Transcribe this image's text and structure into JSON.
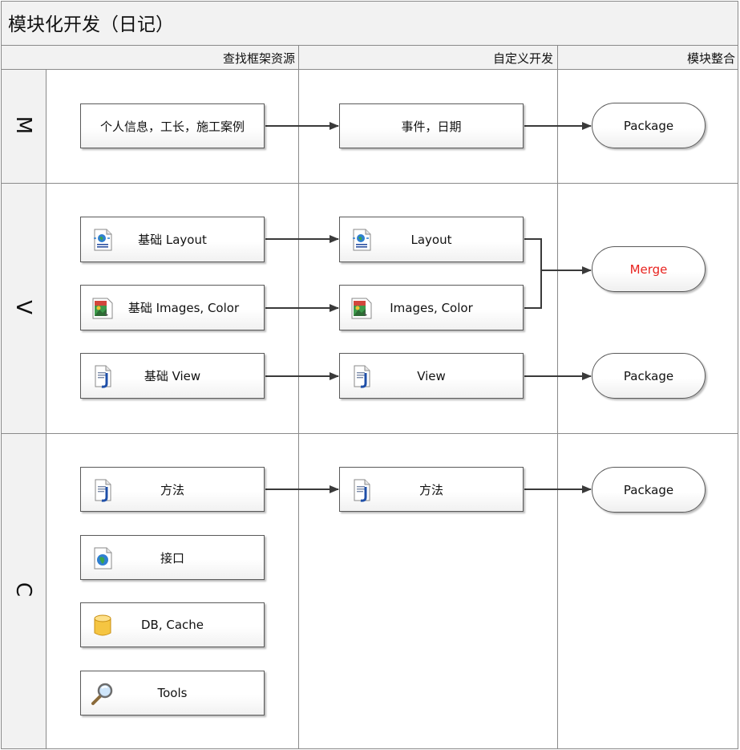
{
  "title": "模块化开发（日记）",
  "columns": [
    {
      "label": "查找框架资源"
    },
    {
      "label": "自定义开发"
    },
    {
      "label": "模块整合"
    }
  ],
  "lanes": [
    {
      "label": "M"
    },
    {
      "label": "V"
    },
    {
      "label": "C"
    }
  ],
  "M": {
    "resource": {
      "label": "个人信息，工长，施工案例"
    },
    "custom": {
      "label": "事件，日期"
    },
    "integrate": {
      "label": "Package"
    }
  },
  "V": {
    "layout_base": {
      "label": "基础 Layout",
      "icon": "web-page-icon"
    },
    "images_base": {
      "label": "基础 Images, Color",
      "icon": "image-file-icon"
    },
    "view_base": {
      "label": "基础 View",
      "icon": "java-file-icon"
    },
    "layout_custom": {
      "label": "Layout",
      "icon": "web-page-icon"
    },
    "images_custom": {
      "label": "Images, Color",
      "icon": "image-file-icon"
    },
    "view_custom": {
      "label": "View",
      "icon": "java-file-icon"
    },
    "merge": {
      "label": "Merge",
      "color": "#e8231f"
    },
    "package": {
      "label": "Package"
    }
  },
  "C": {
    "method_base": {
      "label": "方法",
      "icon": "java-file-icon"
    },
    "interface_base": {
      "label": "接口",
      "icon": "globe-page-icon"
    },
    "db_cache": {
      "label": "DB, Cache",
      "icon": "database-icon"
    },
    "tools": {
      "label": "Tools",
      "icon": "magnifier-icon"
    },
    "method_custom": {
      "label": "方法",
      "icon": "java-file-icon"
    },
    "package": {
      "label": "Package"
    }
  },
  "colors": {
    "frame": "#8a8a8a",
    "header_bg": "#f2f2f2",
    "connector": "#3a3a3a",
    "merge_text": "#e8231f"
  }
}
